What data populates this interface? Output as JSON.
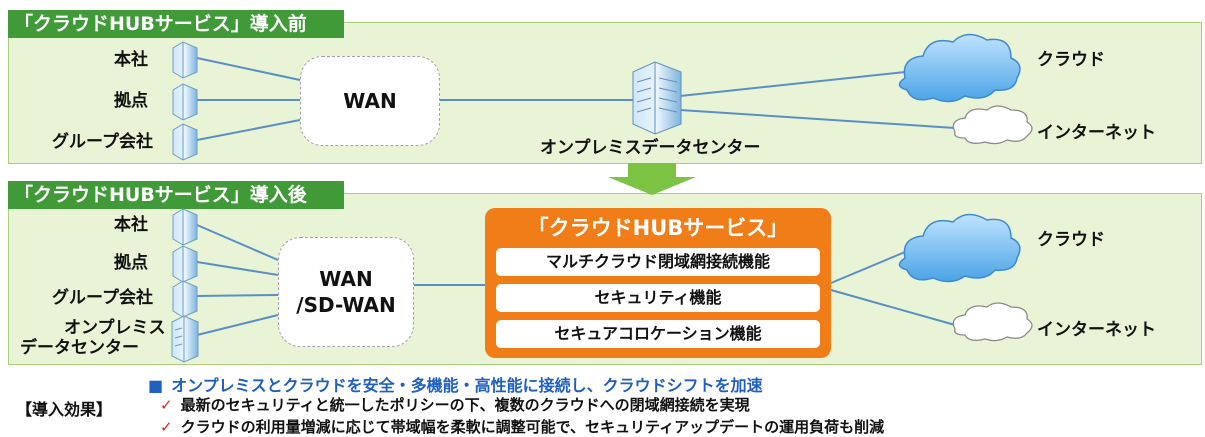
{
  "before": {
    "title": "「クラウドHUBサービス」導入前",
    "sites": [
      "本社",
      "拠点",
      "グループ会社"
    ],
    "wan": "WAN",
    "datacenter": "オンプレミスデータセンター",
    "cloud": "クラウド",
    "internet": "インターネット"
  },
  "after": {
    "title": "「クラウドHUBサービス」導入後",
    "sites": [
      "本社",
      "拠点",
      "グループ会社"
    ],
    "onprem_line1": "オンプレミス",
    "onprem_line2": "データセンター",
    "wan_line1": "WAN",
    "wan_line2": "/SD-WAN",
    "service_title": "「クラウドHUBサービス」",
    "functions": [
      "マルチクラウド閉域網接続機能",
      "セキュリティ機能",
      "セキュアコロケーション機能"
    ],
    "cloud": "クラウド",
    "internet": "インターネット"
  },
  "effects": {
    "tag": "【導入効果】",
    "main_bullet": "■",
    "main": "オンプレミスとクラウドを安全・多機能・高性能に接続し、クラウドシフトを加速",
    "check": "✓",
    "items": [
      "最新のセキュリティと統一したポリシーの下、複数のクラウドへの閉域網接続を実現",
      "クラウドの利用量増減に応じて帯域幅を柔軟に調整可能で、セキュリティアップデートの運用負荷も削減"
    ]
  },
  "colors": {
    "header_green": "#3f9a37",
    "panel_green": "#e9f4d6",
    "arrow_green": "#7cc243",
    "service_orange": "#f07d17",
    "line_blue": "#5a8fc6",
    "effect_blue": "#1f5fbf",
    "check_red": "#d7261e"
  },
  "icons": [
    "building-icon",
    "server-tower-icon",
    "cloud-icon",
    "internet-cloud-icon",
    "down-arrow-icon"
  ]
}
